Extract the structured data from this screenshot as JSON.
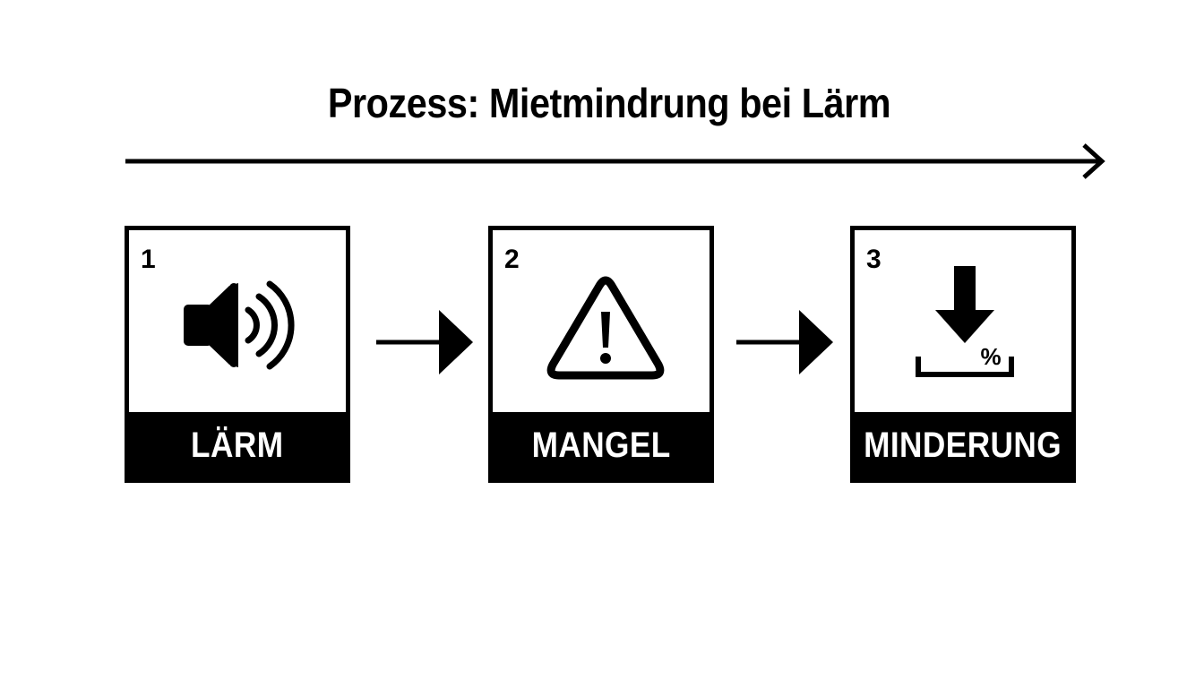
{
  "title": "Prozess: Mietmindrung bei Lärm",
  "steps": [
    {
      "number": "1",
      "label": "LÄRM",
      "icon": "speaker-sound-icon"
    },
    {
      "number": "2",
      "label": "MANGEL",
      "icon": "warning-triangle-icon"
    },
    {
      "number": "3",
      "label": "MINDERUNG",
      "icon": "download-percent-icon",
      "icon_text": "%"
    }
  ],
  "colors": {
    "foreground": "#000000",
    "background": "#ffffff",
    "label_text": "#ffffff"
  }
}
